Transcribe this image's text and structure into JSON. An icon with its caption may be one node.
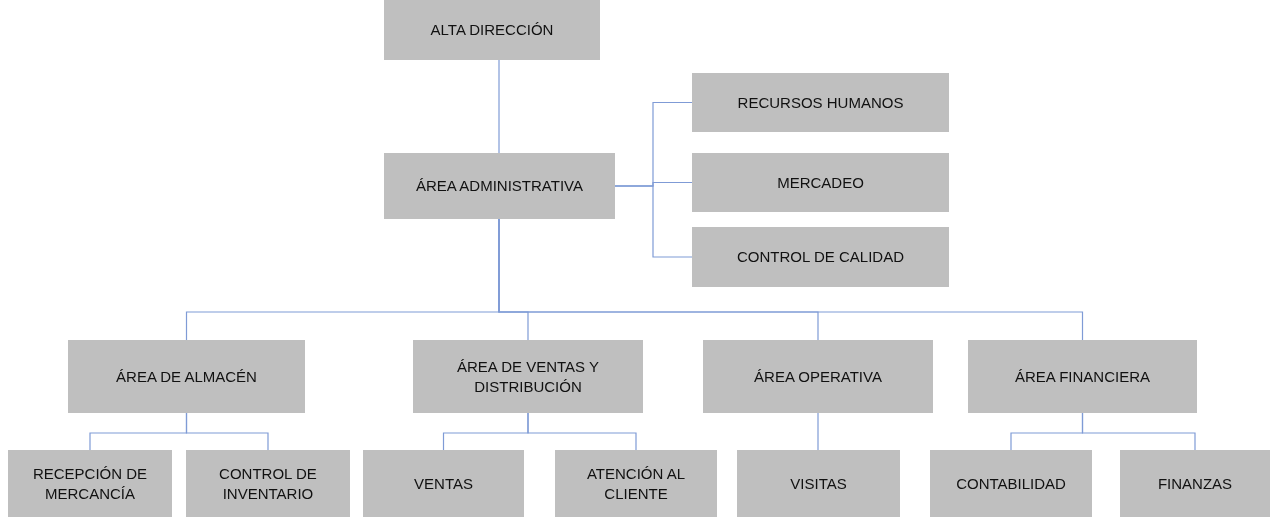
{
  "diagram": {
    "nodes": [
      {
        "text": [
          "ALTA DIRECCIÓN"
        ]
      },
      {
        "text": [
          "ÁREA ADMINISTRATIVA"
        ]
      },
      {
        "text": [
          "RECURSOS HUMANOS"
        ]
      },
      {
        "text": [
          "MERCADEO"
        ]
      },
      {
        "text": [
          "CONTROL DE CALIDAD"
        ]
      },
      {
        "text": [
          "ÁREA DE ALMACÉN"
        ]
      },
      {
        "text": [
          "ÁREA DE VENTAS Y DISTRIBUCIÓN"
        ]
      },
      {
        "text": [
          "ÁREA OPERATIVA"
        ]
      },
      {
        "text": [
          "ÁREA FINANCIERA"
        ]
      },
      {
        "text": [
          "RECEPCIÓN DE MERCANCÍA"
        ]
      },
      {
        "text": [
          "CONTROL DE INVENTARIO"
        ]
      },
      {
        "text": [
          "VENTAS"
        ]
      },
      {
        "text": [
          "ATENCIÓN AL CLIENTE"
        ]
      },
      {
        "text": [
          "VISITAS"
        ]
      },
      {
        "text": [
          "CONTABILIDAD"
        ]
      },
      {
        "text": [
          "FINANZAS"
        ]
      }
    ],
    "edges": [
      {
        "from": 0,
        "to": 1,
        "arrow": "none"
      },
      {
        "from": 1,
        "to": 2,
        "arrow": "none"
      },
      {
        "from": 1,
        "to": 3,
        "arrow": "none"
      },
      {
        "from": 1,
        "to": 4,
        "arrow": "none"
      },
      {
        "from": 1,
        "to": 5,
        "arrow": "none"
      },
      {
        "from": 1,
        "to": 6,
        "arrow": "none"
      },
      {
        "from": 1,
        "to": 7,
        "arrow": "none"
      },
      {
        "from": 1,
        "to": 8,
        "arrow": "none"
      },
      {
        "from": 5,
        "to": 9,
        "arrow": "none"
      },
      {
        "from": 5,
        "to": 10,
        "arrow": "none"
      },
      {
        "from": 6,
        "to": 11,
        "arrow": "none"
      },
      {
        "from": 6,
        "to": 12,
        "arrow": "none"
      },
      {
        "from": 7,
        "to": 13,
        "arrow": "none"
      },
      {
        "from": 8,
        "to": 14,
        "arrow": "none"
      },
      {
        "from": 8,
        "to": 15,
        "arrow": "none"
      }
    ]
  }
}
